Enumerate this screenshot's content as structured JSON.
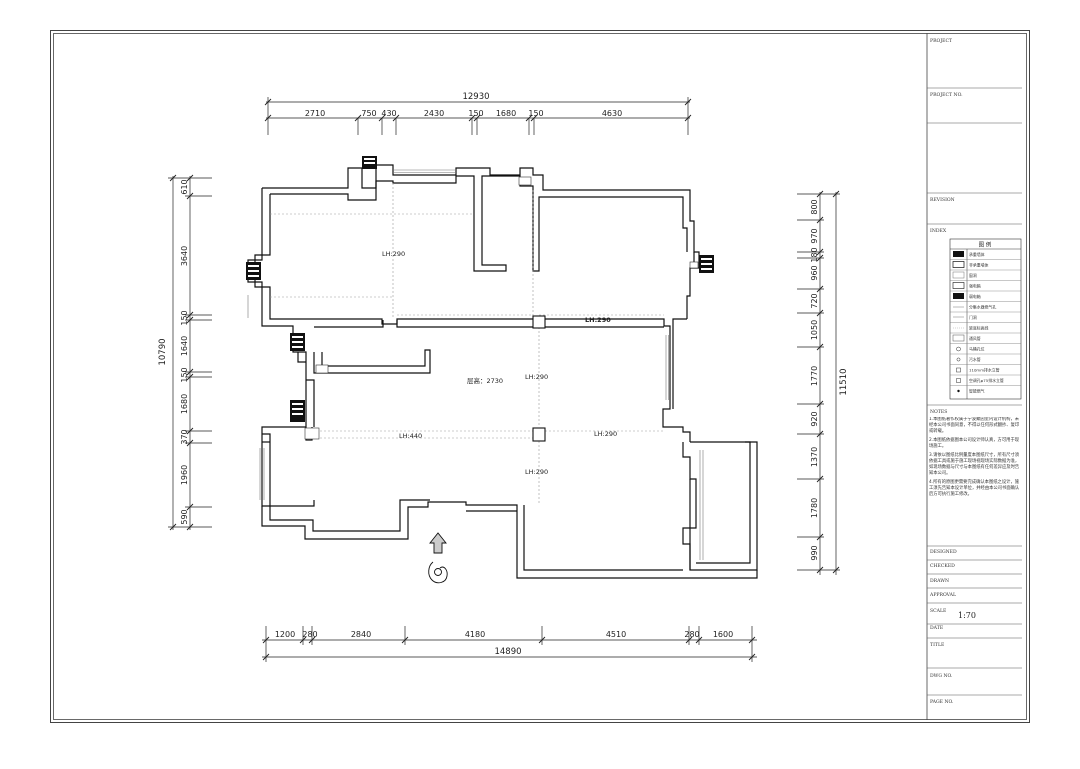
{
  "plan": {
    "top_total": "12930",
    "top_dims": [
      "2710",
      "750",
      "430",
      "2430",
      "150",
      "1680",
      "150",
      "4630"
    ],
    "bottom_total": "14890",
    "bottom_dims": [
      "1200",
      "280",
      "2840",
      "4180",
      "4510",
      "280",
      "1600"
    ],
    "left_total": "10790",
    "left_dims": [
      "610",
      "3640",
      "150",
      "1640",
      "150",
      "1680",
      "370",
      "1960",
      "590"
    ],
    "right_total": "11510",
    "right_dims": [
      "800",
      "970",
      "180",
      "960",
      "720",
      "1050",
      "1770",
      "920",
      "1370",
      "1780",
      "990"
    ],
    "room_labels": {
      "lh1": "LH:290",
      "lh2": "LH:290",
      "lh3": "LH:290",
      "lh4": "LH:440",
      "lh5": "LH:290",
      "lh6": "LH:290",
      "ceiling": "层高：2730"
    }
  },
  "title_block": {
    "project": "PROJECT",
    "project_no": "PROJECT NO.",
    "revision": "REVISION",
    "index": "INDEX",
    "legend_title": "图 例",
    "legend_items": [
      "承重墙体",
      "非承重墙体",
      "窗洞",
      "强电箱",
      "弱电箱",
      "分集水器燃气孔",
      "门洞",
      "梁底标高线",
      "通风管",
      "马桶孔位",
      "污水管",
      "110mm排水立管",
      "空调孔φ75排水立管",
      "智能燃气"
    ],
    "notes_title": "NOTES",
    "notes": [
      "1.本图纸著作权属于宁波聚园室内设计机构，未经本公司书面同意，不得以任何形式翻抄、复印或转载。",
      "2.本图纸依据图本公司设计师认真，方可用于现场施工。",
      "3.请依以图纸比例量度本图纸尺寸，所有尺寸须依据工具或施于施工现场视现场实际数据为准，如现场数据与尺寸与本图纸有任何差异应及时告知本公司。",
      "4.所有的原图更需要完成确认本图纸之设计，施工须先告知本设计单位，并经由本公司书面确认后方可执行施工修改。"
    ],
    "designed": "DESIGNED",
    "checked": "CHECKED",
    "drawn": "DRAWN",
    "approval": "APPROVAL",
    "scale_label": "SCALE",
    "scale_value": "1:70",
    "date": "DATE",
    "title": "TITLE",
    "dwg_no": "DWG NO.",
    "page_no": "PAGE NO."
  }
}
